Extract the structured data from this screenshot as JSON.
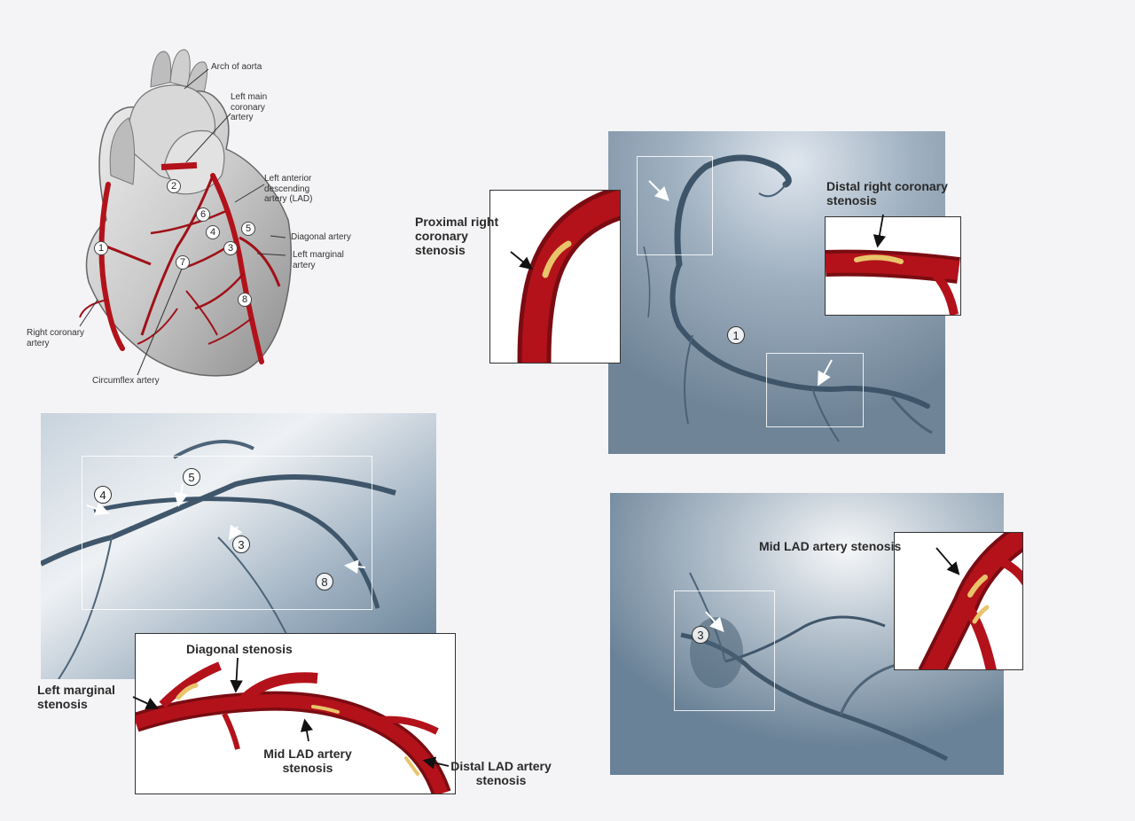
{
  "heart_labels": {
    "arch_of_aorta": "Arch of aorta",
    "left_main_coronary": "Left main coronary artery",
    "lad": "Left anterior descending artery (LAD)",
    "diagonal": "Diagonal artery",
    "left_marginal": "Left marginal artery",
    "right_coronary": "Right coronary artery",
    "circumflex": "Circumflex artery"
  },
  "numbers": {
    "n1": "1",
    "n2": "2",
    "n3": "3",
    "n4": "4",
    "n5": "5",
    "n6": "6",
    "n7": "7",
    "n8": "8"
  },
  "stenosis_labels": {
    "proximal_right": "Proximal right coronary stenosis",
    "distal_right": "Distal right coronary stenosis",
    "diagonal": "Diagonal stenosis",
    "left_marginal": "Left marginal stenosis",
    "mid_lad_bottom": "Mid LAD artery stenosis",
    "distal_lad": "Distal LAD artery stenosis",
    "mid_lad_right": "Mid LAD artery stenosis"
  },
  "colors": {
    "artery": "#b3121b",
    "artery_dark": "#7a0c12",
    "plaque": "#e8c46a",
    "angio_bg": "#7e93a6"
  }
}
